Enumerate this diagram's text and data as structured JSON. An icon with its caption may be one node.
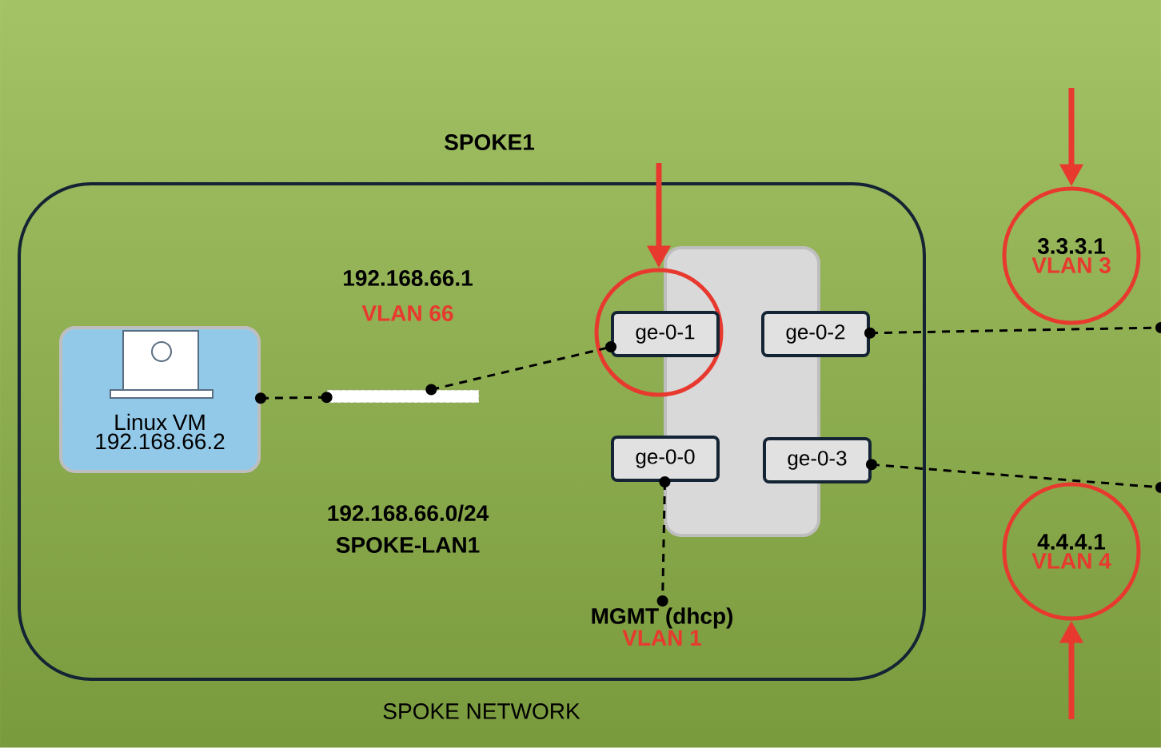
{
  "diagram": {
    "nodes": [
      {
        "text": [
          "SPOKE1",
          "SPOKE NETWORK"
        ]
      },
      {
        "text": [
          "Linux VM 192.168.66.2"
        ],
        "in": 0
      },
      {
        "text": [],
        "shape": "bar",
        "in": 0
      },
      {
        "text": [],
        "shape": "box",
        "in": 0
      },
      {
        "text": [
          "ge-0-1"
        ],
        "in": 9
      },
      {
        "text": [
          "ge-0-2"
        ],
        "in": 0
      },
      {
        "text": [
          "ge-0-0"
        ],
        "in": 0
      },
      {
        "text": [
          "ge-0-3"
        ],
        "in": 0
      },
      {
        "text": [
          "MGMT (dhcp)",
          "VLAN 1"
        ],
        "in": 0
      },
      {
        "text": [],
        "shape": "circle",
        "in": 0
      },
      {
        "text": [
          "3.3.3.1",
          "VLAN 3"
        ]
      },
      {
        "text": [
          "4.4.4.1",
          "VLAN 4"
        ]
      }
    ],
    "edges": [
      {
        "from": 1,
        "to": 2,
        "arrow": "other",
        "style": "dashed"
      },
      {
        "from": 2,
        "to": 4,
        "arrow": "other",
        "style": "dashed"
      },
      {
        "from": 5,
        "to": null,
        "arrow": "other",
        "style": "dashed"
      },
      {
        "from": 7,
        "to": null,
        "arrow": "other",
        "style": "dashed"
      },
      {
        "from": 6,
        "to": 8,
        "arrow": "other",
        "style": "dashed"
      },
      {
        "from": null,
        "to": 9,
        "arrow": "to",
        "style": "thick",
        "color": "#e8392f"
      },
      {
        "from": null,
        "to": 10,
        "arrow": "to",
        "style": "thick",
        "color": "#e8392f"
      },
      {
        "from": null,
        "to": 11,
        "arrow": "to",
        "style": "thick",
        "color": "#e8392f"
      }
    ],
    "labels": [
      "192.168.66.1",
      "VLAN 66",
      "192.168.66.0/24",
      "SPOKE-LAN1"
    ]
  }
}
